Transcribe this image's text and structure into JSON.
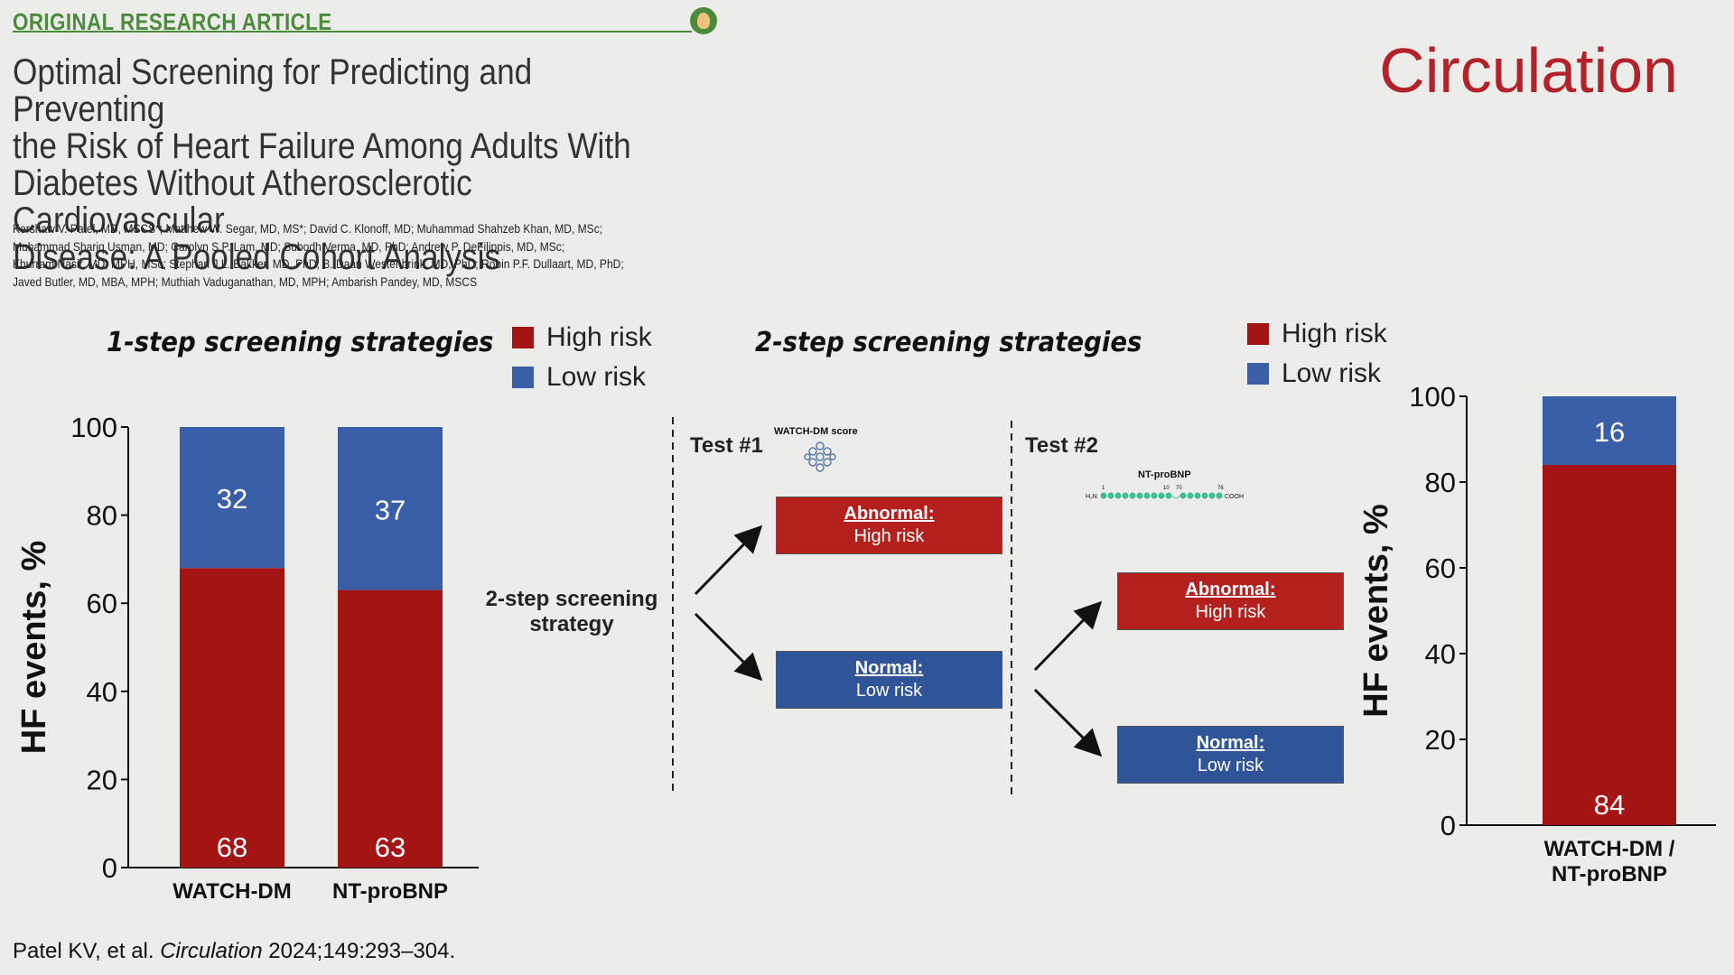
{
  "header": {
    "label": "ORIGINAL RESEARCH ARTICLE",
    "journal": "Circulation"
  },
  "title_lines": [
    "Optimal Screening for Predicting and Preventing",
    "the Risk of Heart Failure Among Adults With",
    "Diabetes Without Atherosclerotic Cardiovascular",
    "Disease: A Pooled Cohort Analysis"
  ],
  "authors_lines": [
    "Kershaw V. Patel, MD, MSCS*; Matthew W. Segar, MD, MS*; David C. Klonoff, MD; Muhammad Shahzeb Khan, MD, MSc;",
    "Muhammad Shariq Usman, MD; Carolyn S.P. Lam, MD; Subodh Verma, MD, PhD; Andrew P. DeFilippis, MD, MSc;",
    "Khurram Nasir, MD, MPH, MSc; Stephan J.L. Bakker, MD, PhD; B. Daan Westenbrink, MD, PhD; Robin P.F. Dullaart, MD, PhD;",
    "Javed Butler, MD, MBA, MPH; Muthiah Vaduganathan, MD, MPH; Ambarish Pandey, MD, MSCS"
  ],
  "one_step": {
    "section_title": "1-step screening strategies",
    "legend": {
      "high": "High risk",
      "low": "Low risk"
    }
  },
  "two_step": {
    "section_title": "2-step screening strategies",
    "legend": {
      "high": "High risk",
      "low": "Low risk"
    },
    "strategy_label_1": "2-step screening",
    "strategy_label_2": "strategy",
    "test1": "Test #1",
    "test1_caption": "WATCH-DM score",
    "test2": "Test #2",
    "test2_caption": "NT-proBNP",
    "peptide_left": "H₂N",
    "peptide_right": "COOH",
    "peptide_ticks": [
      "1",
      "10",
      "70",
      "76"
    ],
    "box_abnormal_head": "Abnormal:",
    "box_abnormal_sub": "High risk",
    "box_normal_head": "Normal:",
    "box_normal_sub": "Low risk"
  },
  "colors": {
    "high": "#a31515",
    "low": "#3a5fa6"
  },
  "chart_data": [
    {
      "type": "bar",
      "stacked": true,
      "ylabel": "HF events,  %",
      "ylim": [
        0,
        100
      ],
      "yticks": [
        0,
        20,
        40,
        60,
        80,
        100
      ],
      "categories": [
        "WATCH-DM",
        "NT-proBNP"
      ],
      "series": [
        {
          "name": "High risk",
          "values": [
            68,
            63
          ]
        },
        {
          "name": "Low risk",
          "values": [
            32,
            37
          ]
        }
      ]
    },
    {
      "type": "bar",
      "stacked": true,
      "ylabel": "HF events,  %",
      "ylim": [
        0,
        100
      ],
      "yticks": [
        0,
        20,
        40,
        60,
        80,
        100
      ],
      "categories": [
        "WATCH-DM / NT-proBNP"
      ],
      "category_lines": [
        "WATCH-DM /",
        "NT-proBNP"
      ],
      "series": [
        {
          "name": "High risk",
          "values": [
            84
          ]
        },
        {
          "name": "Low risk",
          "values": [
            16
          ]
        }
      ]
    }
  ],
  "citation": {
    "authors": "Patel KV, et al. ",
    "journal": "Circulation",
    "ref": " 2024;149:293–304."
  }
}
